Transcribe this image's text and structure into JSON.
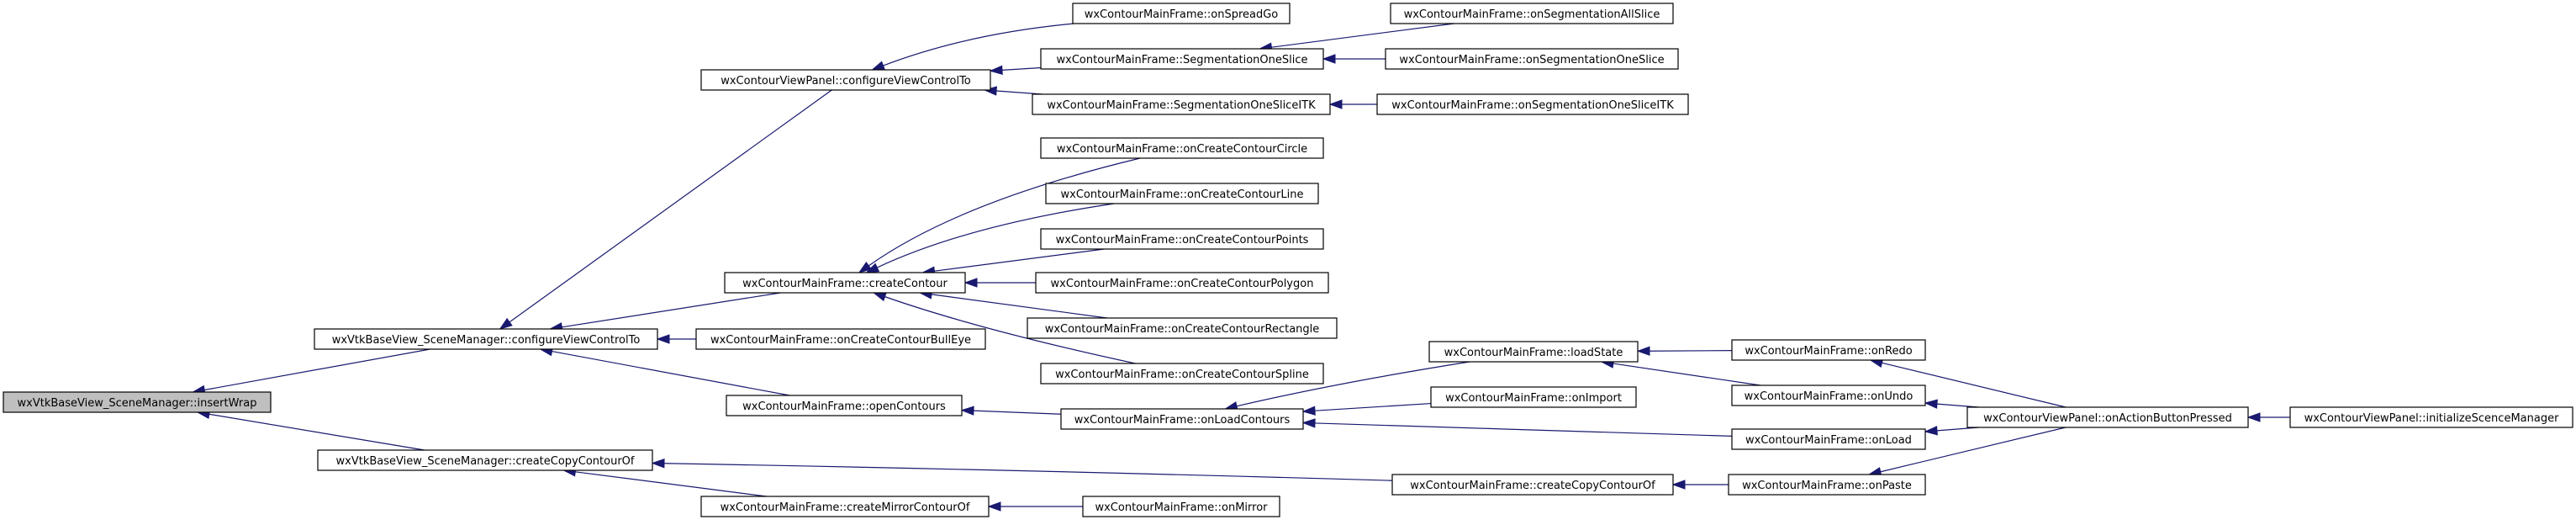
{
  "colors": {
    "edge": "#191970",
    "node_border": "#000000",
    "node_fill": "#ffffff",
    "root_fill": "#bfbfbf",
    "background": "#ffffff"
  },
  "nodes": [
    {
      "id": "insertWrap",
      "label": "wxVtkBaseView_SceneManager::insertWrap",
      "root": true
    },
    {
      "id": "sm_configure",
      "label": "wxVtkBaseView_SceneManager::configureViewControlTo"
    },
    {
      "id": "sm_createCopy",
      "label": "wxVtkBaseView_SceneManager::createCopyContourOf"
    },
    {
      "id": "panel_configure",
      "label": "wxContourViewPanel::configureViewControlTo"
    },
    {
      "id": "createContour",
      "label": "wxContourMainFrame::createContour"
    },
    {
      "id": "onCreateBullEye",
      "label": "wxContourMainFrame::onCreateContourBullEye"
    },
    {
      "id": "openContours",
      "label": "wxContourMainFrame::openContours"
    },
    {
      "id": "createMirror",
      "label": "wxContourMainFrame::createMirrorContourOf"
    },
    {
      "id": "onSpreadGo",
      "label": "wxContourMainFrame::onSpreadGo"
    },
    {
      "id": "segOneSlice",
      "label": "wxContourMainFrame::SegmentationOneSlice"
    },
    {
      "id": "segOneSliceITK",
      "label": "wxContourMainFrame::SegmentationOneSliceITK"
    },
    {
      "id": "onCircle",
      "label": "wxContourMainFrame::onCreateContourCircle"
    },
    {
      "id": "onLine",
      "label": "wxContourMainFrame::onCreateContourLine"
    },
    {
      "id": "onPoints",
      "label": "wxContourMainFrame::onCreateContourPoints"
    },
    {
      "id": "onPolygon",
      "label": "wxContourMainFrame::onCreateContourPolygon"
    },
    {
      "id": "onRectangle",
      "label": "wxContourMainFrame::onCreateContourRectangle"
    },
    {
      "id": "onSpline",
      "label": "wxContourMainFrame::onCreateContourSpline"
    },
    {
      "id": "onLoadContours",
      "label": "wxContourMainFrame::onLoadContours"
    },
    {
      "id": "mf_createCopy",
      "label": "wxContourMainFrame::createCopyContourOf"
    },
    {
      "id": "onMirror",
      "label": "wxContourMainFrame::onMirror"
    },
    {
      "id": "onSegAll",
      "label": "wxContourMainFrame::onSegmentationAllSlice"
    },
    {
      "id": "onSegOne",
      "label": "wxContourMainFrame::onSegmentationOneSlice"
    },
    {
      "id": "onSegOneITK",
      "label": "wxContourMainFrame::onSegmentationOneSliceITK"
    },
    {
      "id": "loadState",
      "label": "wxContourMainFrame::loadState"
    },
    {
      "id": "onImport",
      "label": "wxContourMainFrame::onImport"
    },
    {
      "id": "onRedo",
      "label": "wxContourMainFrame::onRedo"
    },
    {
      "id": "onUndo",
      "label": "wxContourMainFrame::onUndo"
    },
    {
      "id": "onLoad",
      "label": "wxContourMainFrame::onLoad"
    },
    {
      "id": "onPaste",
      "label": "wxContourMainFrame::onPaste"
    },
    {
      "id": "onActionButton",
      "label": "wxContourViewPanel::onActionButtonPressed"
    },
    {
      "id": "initScene",
      "label": "wxContourViewPanel::initializeScenceManager"
    }
  ],
  "edges": [
    {
      "from": "sm_configure",
      "to": "insertWrap"
    },
    {
      "from": "sm_createCopy",
      "to": "insertWrap"
    },
    {
      "from": "panel_configure",
      "to": "sm_configure"
    },
    {
      "from": "createContour",
      "to": "sm_configure"
    },
    {
      "from": "onCreateBullEye",
      "to": "sm_configure"
    },
    {
      "from": "openContours",
      "to": "sm_configure"
    },
    {
      "from": "mf_createCopy",
      "to": "sm_createCopy"
    },
    {
      "from": "createMirror",
      "to": "sm_createCopy"
    },
    {
      "from": "onSpreadGo",
      "to": "panel_configure"
    },
    {
      "from": "segOneSlice",
      "to": "panel_configure"
    },
    {
      "from": "segOneSliceITK",
      "to": "panel_configure"
    },
    {
      "from": "onCircle",
      "to": "createContour"
    },
    {
      "from": "onLine",
      "to": "createContour"
    },
    {
      "from": "onPoints",
      "to": "createContour"
    },
    {
      "from": "onPolygon",
      "to": "createContour"
    },
    {
      "from": "onRectangle",
      "to": "createContour"
    },
    {
      "from": "onSpline",
      "to": "createContour"
    },
    {
      "from": "onLoadContours",
      "to": "openContours"
    },
    {
      "from": "onMirror",
      "to": "createMirror"
    },
    {
      "from": "onSegAll",
      "to": "segOneSlice"
    },
    {
      "from": "onSegOne",
      "to": "segOneSlice"
    },
    {
      "from": "onSegOneITK",
      "to": "segOneSliceITK"
    },
    {
      "from": "loadState",
      "to": "onLoadContours"
    },
    {
      "from": "onImport",
      "to": "onLoadContours"
    },
    {
      "from": "onLoad",
      "to": "onLoadContours"
    },
    {
      "from": "onRedo",
      "to": "loadState"
    },
    {
      "from": "onUndo",
      "to": "loadState"
    },
    {
      "from": "onPaste",
      "to": "mf_createCopy"
    },
    {
      "from": "onActionButton",
      "to": "onRedo"
    },
    {
      "from": "onActionButton",
      "to": "onUndo"
    },
    {
      "from": "onActionButton",
      "to": "onLoad"
    },
    {
      "from": "onActionButton",
      "to": "onPaste"
    },
    {
      "from": "initScene",
      "to": "onActionButton"
    }
  ]
}
